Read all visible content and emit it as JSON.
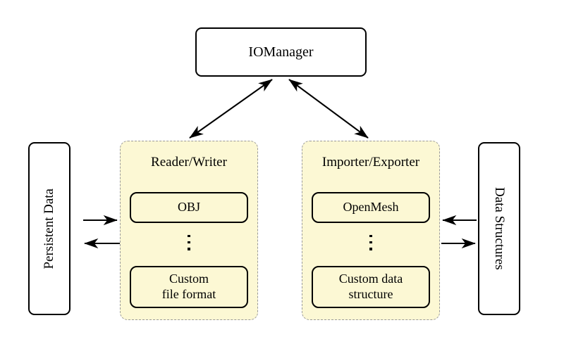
{
  "diagram": {
    "title_node": {
      "label": "IOManager"
    },
    "left_endpoint": {
      "label": "Persistent Data"
    },
    "right_endpoint": {
      "label": "Data Structures"
    },
    "panels": [
      {
        "title": "Reader/Writer",
        "top_item": "OBJ",
        "ellipsis": "vertical-dots",
        "bottom_item_line1": "Custom",
        "bottom_item_line2": "file format"
      },
      {
        "title": "Importer/Exporter",
        "top_item": "OpenMesh",
        "ellipsis": "vertical-dots",
        "bottom_item_line1": "Custom data",
        "bottom_item_line2": "structure"
      }
    ],
    "connections": [
      {
        "name": "iomanager-to-reader-writer",
        "style": "double-headed-arrow"
      },
      {
        "name": "iomanager-to-importer-exporter",
        "style": "double-headed-arrow"
      },
      {
        "name": "persistent-data-to-reader-writer",
        "style": "arrow-right"
      },
      {
        "name": "reader-writer-to-persistent-data",
        "style": "arrow-left"
      },
      {
        "name": "data-structures-to-importer-exporter",
        "style": "arrow-left"
      },
      {
        "name": "importer-exporter-to-data-structures",
        "style": "arrow-right"
      }
    ],
    "colors": {
      "panel_fill": "#FCF8D4",
      "panel_border": "#9a9a9a",
      "stroke": "#000000",
      "background": "#ffffff"
    }
  }
}
